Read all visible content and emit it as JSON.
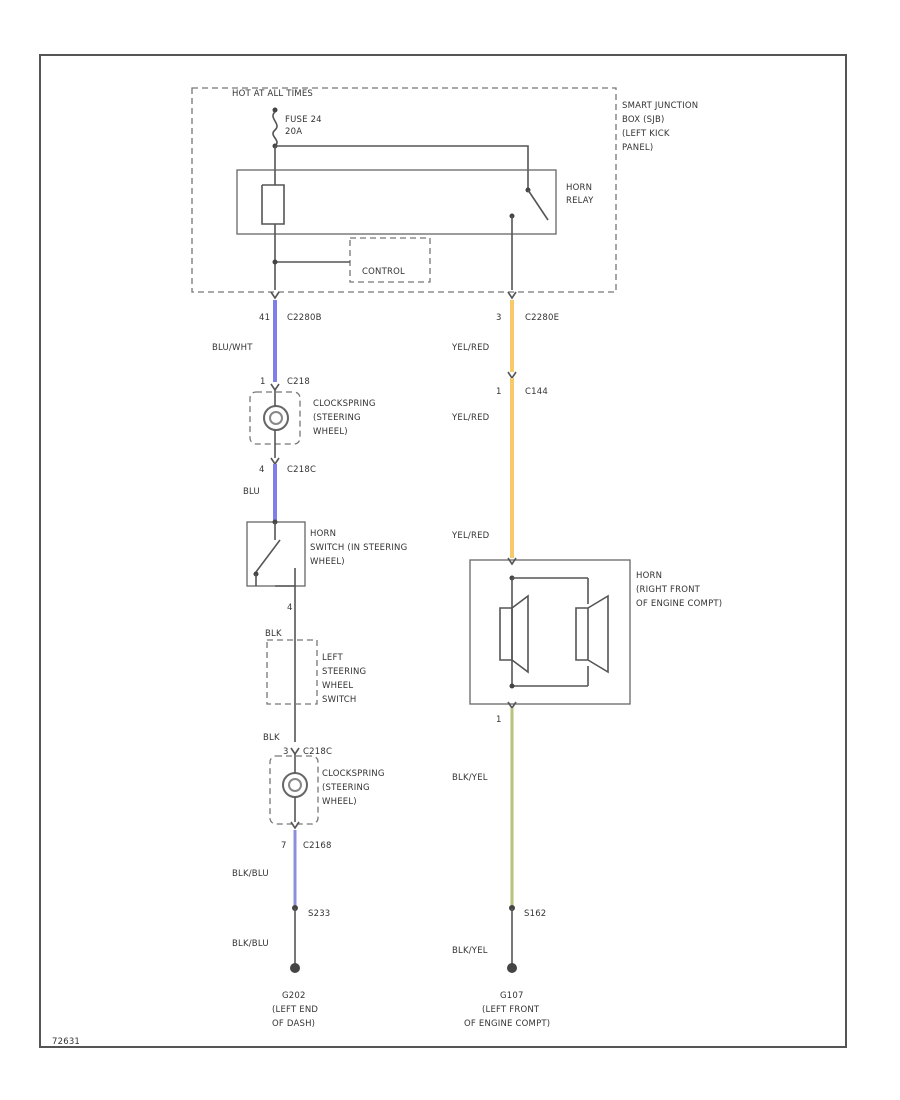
{
  "colors": {
    "wire_blu_wht": "#7f7fe8",
    "wire_yel_red": "#f7c96b",
    "wire_blk_yel": "#b7c27a",
    "wire_blk_blu": "#8d8de0",
    "wire_black": "#555555"
  },
  "junction_box": {
    "hot_label": "HOT AT ALL TIMES",
    "fuse": "FUSE 24",
    "fuse_rating": "20A",
    "name": [
      "SMART JUNCTION",
      "BOX (SJB)",
      "(LEFT KICK",
      "PANEL)"
    ],
    "relay_name": [
      "HORN",
      "RELAY"
    ],
    "control_label": "CONTROL"
  },
  "left_circuit": {
    "pin1": "41",
    "conn1": "C2280B",
    "wire1": "BLU/WHT",
    "clockspring_top": {
      "pin": "1",
      "conn": "C218",
      "label": [
        "CLOCKSPRING",
        "(STEERING",
        "WHEEL)"
      ]
    },
    "pin2": "4",
    "conn2": "C218C",
    "wire2": "BLU",
    "horn_switch_label": [
      "HORN",
      "SWITCH (IN STEERING",
      "WHEEL)"
    ],
    "pin3": "4",
    "wire3": "BLK",
    "left_switch_label": [
      "LEFT",
      "STEERING",
      "WHEEL",
      "SWITCH"
    ],
    "wire4": "BLK",
    "clockspring_bottom": {
      "pin": "3",
      "conn": "C218C",
      "label": [
        "CLOCKSPRING",
        "(STEERING",
        "WHEEL)"
      ]
    },
    "pin5": "7",
    "conn5": "C2168",
    "wire5": "BLK/BLU",
    "splice": "S233",
    "wire6": "BLK/BLU",
    "ground": "G202",
    "ground_label": [
      "(LEFT END",
      "OF DASH)"
    ]
  },
  "right_circuit": {
    "pin1": "3",
    "conn1": "C2280E",
    "wire1": "YEL/RED",
    "pin2": "1",
    "conn2": "C144",
    "wire2": "YEL/RED",
    "wire3": "YEL/RED",
    "horn_label": [
      "HORN",
      "(RIGHT FRONT",
      "OF ENGINE COMPT)"
    ],
    "pin4": "1",
    "wire4": "BLK/YEL",
    "splice": "S162",
    "wire5": "BLK/YEL",
    "ground": "G107",
    "ground_label": [
      "(LEFT FRONT",
      "OF ENGINE COMPT)"
    ]
  },
  "footer_id": "72631"
}
